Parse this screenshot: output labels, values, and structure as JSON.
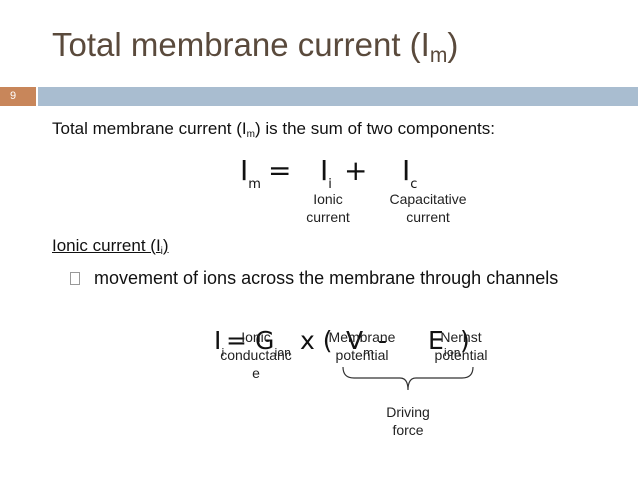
{
  "slide": {
    "title_main": "Total membrane current (I",
    "title_sub": "m",
    "title_end": ")",
    "number": "9"
  },
  "intro": {
    "before": "Total membrane current (I",
    "sub": "m",
    "after": ") is the sum of two components:"
  },
  "equation1": {
    "lhs": "I",
    "lhs_sub": "m",
    "equals": " = ",
    "term1": "I",
    "term1_sub": "i",
    "plus": " + ",
    "term2": "I",
    "term2_sub": "c",
    "label_ionic_1": "Ionic",
    "label_ionic_2": "current",
    "label_cap_1": "Capacitative",
    "label_cap_2": "current"
  },
  "ionic_section": {
    "heading_before": "Ionic current (",
    "heading_symbol": "I",
    "heading_sub": "i",
    "heading_after": ")",
    "bullet": "movement of ions across the membrane through channels"
  },
  "equation2": {
    "lhs": "I",
    "lhs_sub": "i",
    "equals": " = ",
    "g": "G",
    "g_sub": "ion",
    "times": " x (",
    "v": "V",
    "v_sub": "m",
    "minus": " - ",
    "e": "E",
    "e_sub": "ion",
    "close": ")",
    "label_cond_1": "Ionic",
    "label_cond_2": "conductanc",
    "label_cond_3": "e",
    "label_mem_1": "Membrane",
    "label_mem_2": "potential",
    "label_nernst_1": "Nernst",
    "label_nernst_2": "potential",
    "label_drive_1": "Driving",
    "label_drive_2": "force"
  }
}
